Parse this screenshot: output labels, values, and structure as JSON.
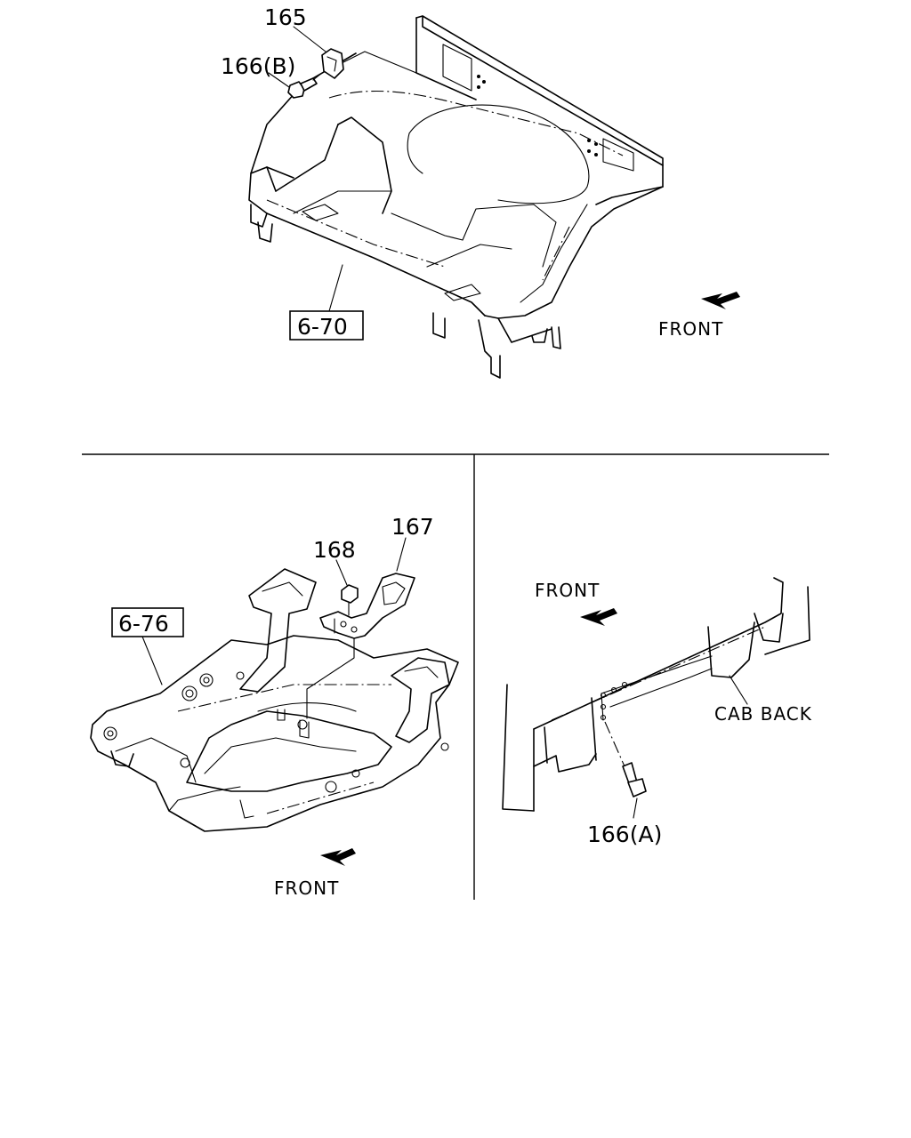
{
  "labels": {
    "part_165": "165",
    "part_166b": "166(B)",
    "ref_6_70": "6-70",
    "front_top": "FRONT",
    "part_167": "167",
    "part_168": "168",
    "ref_6_76": "6-76",
    "front_left": "FRONT",
    "front_right": "FRONT",
    "cab_back": "CAB BACK",
    "part_166a": "166(A)"
  }
}
